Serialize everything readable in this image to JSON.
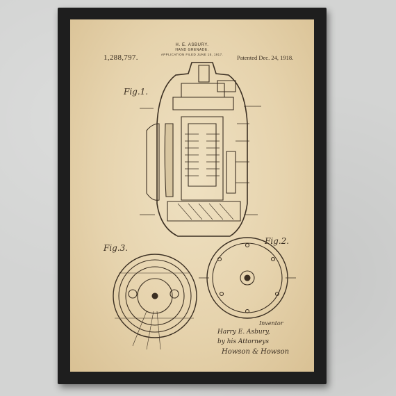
{
  "patent": {
    "number": "1,288,797.",
    "inventor": "H. E. ASBURY.",
    "title": "HAND GRENADE.",
    "application": "APPLICATION FILED JUNE 15, 1917.",
    "patented": "Patented Dec. 24, 1918."
  },
  "figures": {
    "fig1": "Fig.1.",
    "fig2": "Fig.2.",
    "fig3": "Fig.3."
  },
  "signature": {
    "inventor_label": "Inventor",
    "inventor_name": "Harry E. Asbury,",
    "by_line": "by his Attorneys",
    "attorneys": "Howson & Howson"
  },
  "colors": {
    "frame": "#1e1e1e",
    "paper": "#e6d3ad",
    "ink": "#3b2f22",
    "wall": "#d3d4d3"
  }
}
